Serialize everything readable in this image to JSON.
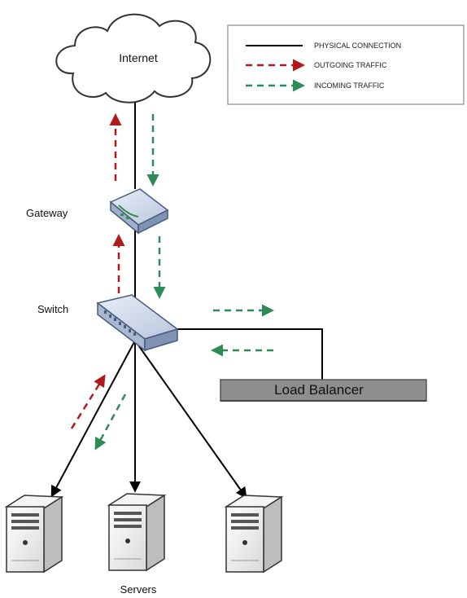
{
  "legend": {
    "items": [
      {
        "label": "PHYSICAL CONNECTION",
        "color": "#000000",
        "style": "solid"
      },
      {
        "label": "OUTGOING TRAFFIC",
        "color": "#b11a1a",
        "style": "dashed-arrow"
      },
      {
        "label": "INCOMING TRAFFIC",
        "color": "#2e8b57",
        "style": "dashed-arrow"
      }
    ]
  },
  "nodes": {
    "internet": {
      "label": "Internet",
      "icon": "cloud-icon"
    },
    "gateway": {
      "label": "Gateway",
      "icon": "router-icon"
    },
    "switch": {
      "label": "Switch",
      "icon": "switch-icon"
    },
    "load_balancer": {
      "label": "Load Balancer"
    },
    "servers": {
      "label": "Servers",
      "icon": "server-icon"
    }
  },
  "colors": {
    "outgoing": "#b11a1a",
    "incoming": "#2e8b57",
    "connection": "#000000",
    "load_balancer_fill": "#8e8e8e"
  }
}
